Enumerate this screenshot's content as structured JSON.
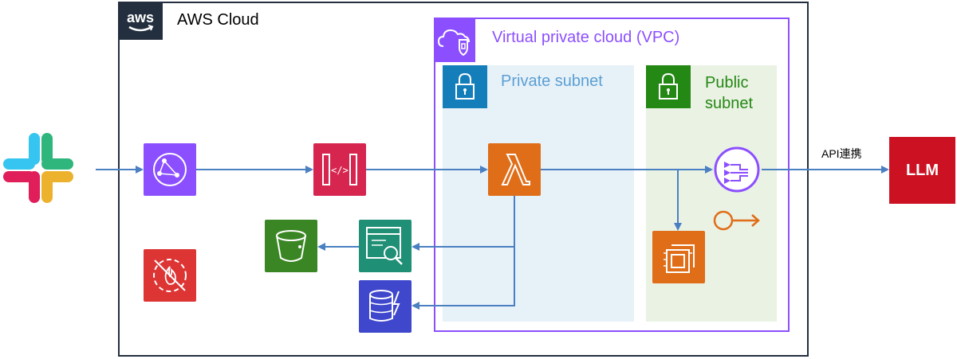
{
  "aws_cloud": {
    "logo_text": "aws",
    "label": "AWS Cloud"
  },
  "vpc": {
    "label": "Virtual private cloud (VPC)"
  },
  "private_subnet": {
    "label": "Private subnet"
  },
  "public_subnet": {
    "label_line1": "Public",
    "label_line2": "subnet"
  },
  "external": {
    "llm_label": "LLM",
    "api_label": "API連携"
  },
  "colors": {
    "cloud_border": "#232f3e",
    "vpc": "#8c4fff",
    "private_subnet_bg": "#e7f1f8",
    "private_subnet_icon": "#147eba",
    "public_subnet_bg": "#eaf2e4",
    "public_subnet_icon": "#248814",
    "arrow": "#4a80c2",
    "llm": "#cc1122"
  },
  "icons": {
    "client": "slack-icon",
    "cdn": "cloudfront-icon",
    "api": "api-gateway-icon",
    "compute": "lambda-icon",
    "storage": "s3-bucket-icon",
    "logs": "cloudwatch-logs-icon",
    "db": "dynamodb-icon",
    "security": "waf-icon",
    "nat": "nat-gateway-icon",
    "ec2": "ec2-icon",
    "gateway": "internet-gateway-icon"
  }
}
